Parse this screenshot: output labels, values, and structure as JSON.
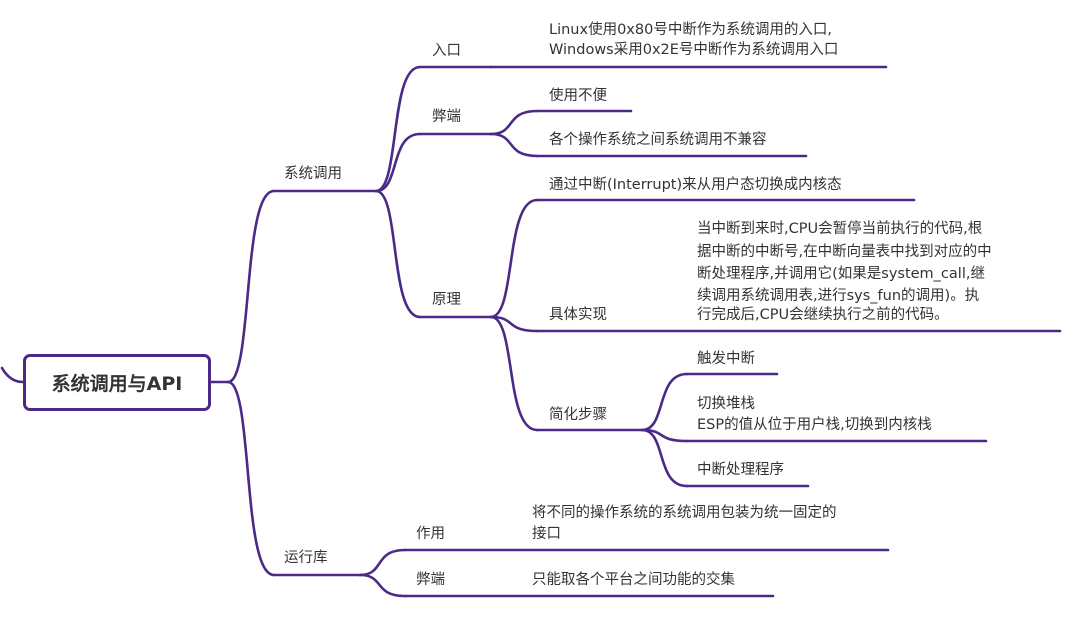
{
  "diagram": {
    "line_color": "#4a2a86",
    "root": "系统调用与API",
    "branches": [
      {
        "label": "系统调用",
        "children": [
          {
            "label": "入口",
            "children": [
              {
                "lines": [
                  "Linux使用0x80号中断作为系统调用的入口,",
                  "Windows采用0x2E号中断作为系统调用入口"
                ]
              }
            ]
          },
          {
            "label": "弊端",
            "children": [
              {
                "lines": [
                  "使用不便"
                ]
              },
              {
                "lines": [
                  "各个操作系统之间系统调用不兼容"
                ]
              }
            ]
          },
          {
            "label": "原理",
            "children": [
              {
                "lines": [
                  "通过中断(Interrupt)来从用户态切换成内核态"
                ]
              },
              {
                "label": "具体实现",
                "children": [
                  {
                    "lines": [
                      "当中断到来时,CPU会暂停当前执行的代码,根",
                      "据中断的中断号,在中断向量表中找到对应的中",
                      "断处理程序,并调用它(如果是system_call,继",
                      "续调用系统调用表,进行sys_fun的调用)。执",
                      "行完成后,CPU会继续执行之前的代码。"
                    ]
                  }
                ]
              },
              {
                "label": "简化步骤",
                "children": [
                  {
                    "lines": [
                      "触发中断"
                    ]
                  },
                  {
                    "lines": [
                      "切换堆栈",
                      "ESP的值从位于用户栈,切换到内核栈"
                    ]
                  },
                  {
                    "lines": [
                      "中断处理程序"
                    ]
                  }
                ]
              }
            ]
          }
        ]
      },
      {
        "label": "运行库",
        "children": [
          {
            "label": "作用",
            "children": [
              {
                "lines": [
                  "将不同的操作系统的系统调用包装为统一固定的",
                  "接口"
                ]
              }
            ]
          },
          {
            "label": "弊端",
            "children": [
              {
                "lines": [
                  "只能取各个平台之间功能的交集"
                ]
              }
            ]
          }
        ]
      }
    ]
  }
}
